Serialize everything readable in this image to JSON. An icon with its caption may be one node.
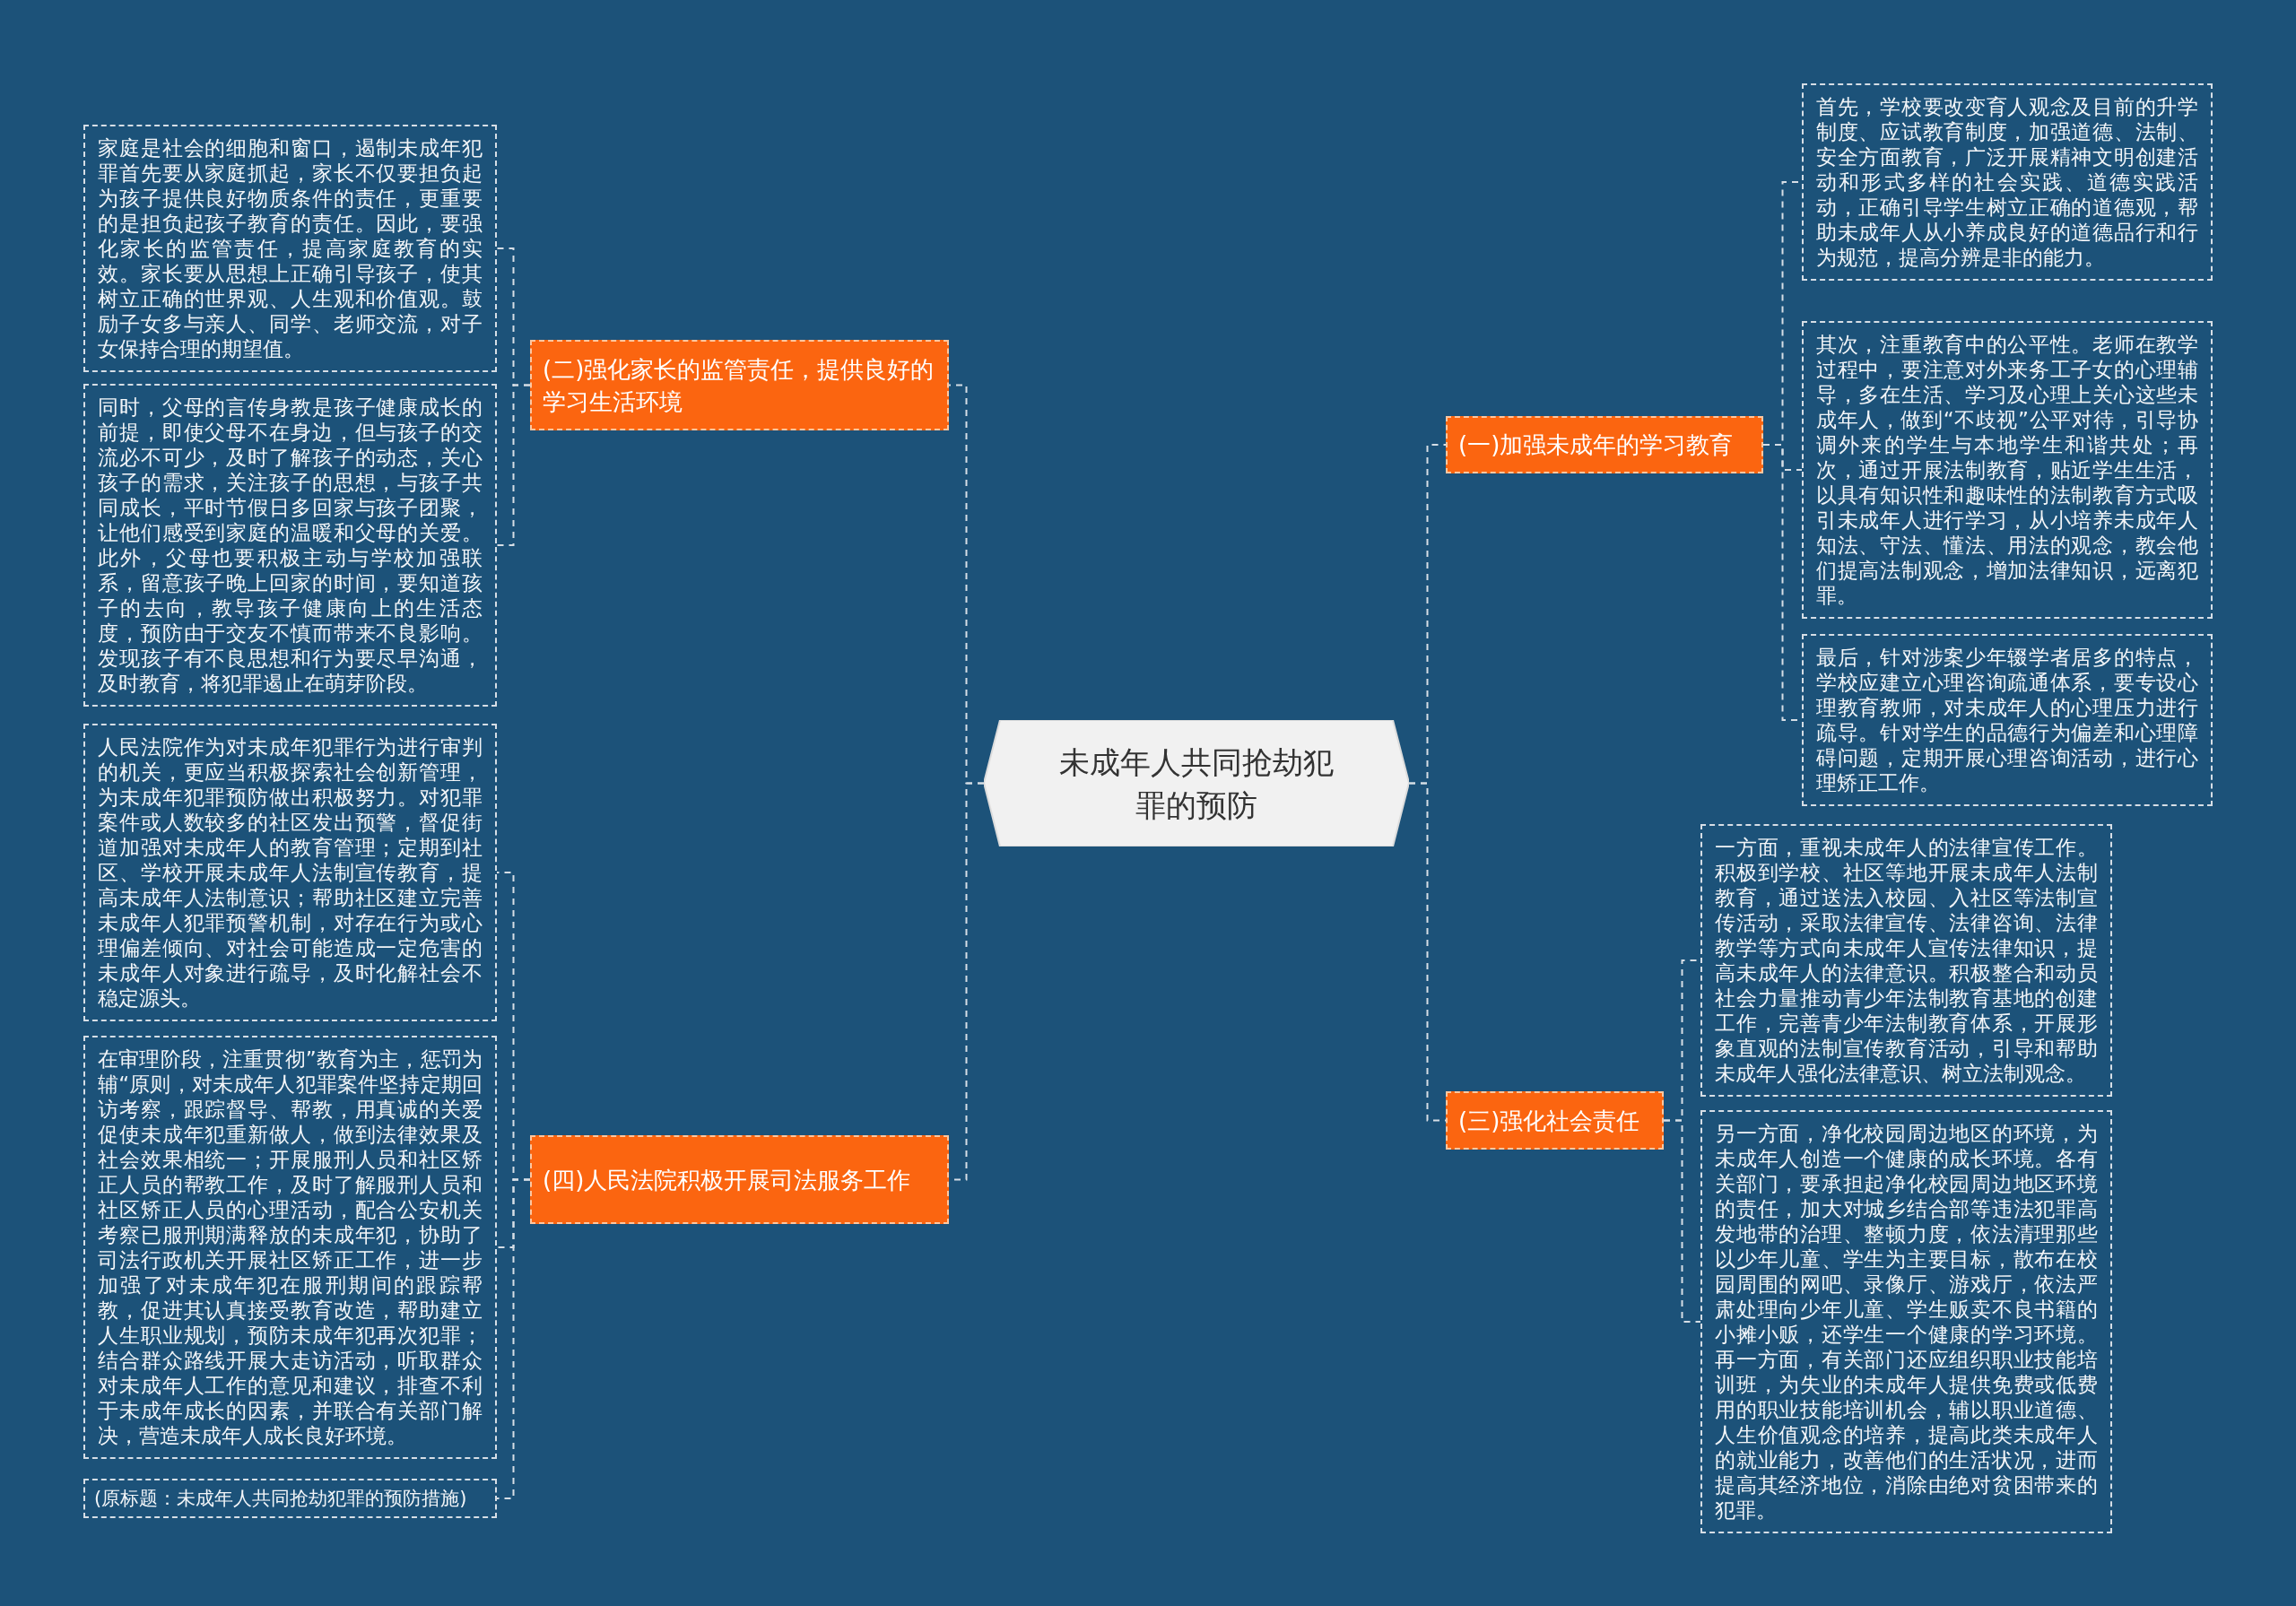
{
  "diagram": {
    "nodes": [
      {
        "text": [
          "未成年人共同抢劫犯罪的预防"
        ]
      },
      {
        "text": [
          "(二)强化家长的监管责任，提供良好的学习生活环境"
        ]
      },
      {
        "text": [
          "家庭是社会的细胞和窗口，遏制未成年犯罪首先要从家庭抓起，家长不仅要担负起为孩子提供良好物质条件的责任，更重要的是担负起孩子教育的责任。因此，要强化家长的监管责任，提高家庭教育的实效。家长要从思想上正确引导孩子，使其树立正确的世界观、人生观和价值观。鼓励子女多与亲人、同学、老师交流，对子女保持合理的期望值。"
        ]
      },
      {
        "text": [
          "同时，父母的言传身教是孩子健康成长的前提，即使父母不在身边，但与孩子的交流必不可少，及时了解孩子的动态，关心孩子的需求，关注孩子的思想，与孩子共同成长，平时节假日多回家与孩子团聚，让他们感受到家庭的温暖和父母的关爱。此外，父母也要积极主动与学校加强联系，留意孩子晚上回家的时间，要知道孩子的去向，教导孩子健康向上的生活态度，预防由于交友不慎而带来不良影响。发现孩子有不良思想和行为要尽早沟通，及时教育，将犯罪遏止在萌芽阶段。"
        ]
      },
      {
        "text": [
          "(四)人民法院积极开展司法服务工作"
        ]
      },
      {
        "text": [
          "人民法院作为对未成年犯罪行为进行审判的机关，更应当积极探索社会创新管理，为未成年犯罪预防做出积极努力。对犯罪案件或人数较多的社区发出预警，督促街道加强对未成年人的教育管理；定期到社区、学校开展未成年人法制宣传教育，提高未成年人法制意识；帮助社区建立完善未成年人犯罪预警机制，对存在行为或心理偏差倾向、对社会可能造成一定危害的未成年人对象进行疏导，及时化解社会不稳定源头。"
        ]
      },
      {
        "text": [
          "在审理阶段，注重贯彻”教育为主，惩罚为辅“原则，对未成年人犯罪案件坚持定期回访考察，跟踪督导、帮教，用真诚的关爱促使未成年犯重新做人，做到法律效果及社会效果相统一；开展服刑人员和社区矫正人员的帮教工作，及时了解服刑人员和社区矫正人员的心理活动，配合公安机关考察已服刑期满释放的未成年犯，协助了司法行政机关开展社区矫正工作，进一步加强了对未成年犯在服刑期间的跟踪帮教，促进其认真接受教育改造，帮助建立人生职业规划，预防未成年犯再次犯罪；结合群众路线开展大走访活动，听取群众对未成年人工作的意见和建议，排查不利于未成年成长的因素，并联合有关部门解决，营造未成年人成长良好环境。"
        ]
      },
      {
        "text": [
          "(原标题：未成年人共同抢劫犯罪的预防措施)"
        ]
      },
      {
        "text": [
          "(一)加强未成年的学习教育"
        ]
      },
      {
        "text": [
          "首先，学校要改变育人观念及目前的升学制度、应试教育制度，加强道德、法制、安全方面教育，广泛开展精神文明创建活动和形式多样的社会实践、道德实践活动，正确引导学生树立正确的道德观，帮助未成年人从小养成良好的道德品行和行为规范，提高分辨是非的能力。"
        ]
      },
      {
        "text": [
          "其次，注重教育中的公平性。老师在教学过程中，要注意对外来务工子女的心理辅导，多在生活、学习及心理上关心这些未成年人，做到“不歧视”公平对待，引导协调外来的学生与本地学生和谐共处；再次，通过开展法制教育，贴近学生生活，以具有知识性和趣味性的法制教育方式吸引未成年人进行学习，从小培养未成年人知法、守法、懂法、用法的观念，教会他们提高法制观念，增加法律知识，远离犯罪。"
        ]
      },
      {
        "text": [
          "最后，针对涉案少年辍学者居多的特点，学校应建立心理咨询疏通体系，要专设心理教育教师，对未成年人的心理压力进行疏导。针对学生的品德行为偏差和心理障碍问题，定期开展心理咨询活动，进行心理矫正工作。"
        ]
      },
      {
        "text": [
          "(三)强化社会责任"
        ]
      },
      {
        "text": [
          "一方面，重视未成年人的法律宣传工作。积极到学校、社区等地开展未成年人法制教育，通过送法入校园、入社区等法制宣传活动，采取法律宣传、法律咨询、法律教学等方式向未成年人宣传法律知识，提高未成年人的法律意识。积极整合和动员社会力量推动青少年法制教育基地的创建工作，完善青少年法制教育体系，开展形象直观的法制宣传教育活动，引导和帮助未成年人强化法律意识、树立法制观念。"
        ]
      },
      {
        "text": [
          "另一方面，净化校园周边地区的环境，为未成年人创造一个健康的成长环境。各有关部门，要承担起净化校园周边地区环境的责任，加大对城乡结合部等违法犯罪高发地带的治理、整顿力度，依法清理那些以少年儿童、学生为主要目标，散布在校园周围的网吧、录像厅、游戏厅，依法严肃处理向少年儿童、学生贩卖不良书籍的小摊小贩，还学生一个健康的学习环境。再一方面，有关部门还应组织职业技能培训班，为失业的未成年人提供免费或低费用的职业技能培训机会，辅以职业道德、人生价值观念的培养，提高此类未成年人的就业能力，改善他们的生活状况，进而提高其经济地位，消除由绝对贫困带来的犯罪。"
        ]
      }
    ],
    "edges": [
      {
        "from": 0,
        "to": 1,
        "arrow": "none"
      },
      {
        "from": 0,
        "to": 4,
        "arrow": "none"
      },
      {
        "from": 0,
        "to": 8,
        "arrow": "none"
      },
      {
        "from": 0,
        "to": 12,
        "arrow": "none"
      },
      {
        "from": 1,
        "to": 2,
        "arrow": "none"
      },
      {
        "from": 1,
        "to": 3,
        "arrow": "none"
      },
      {
        "from": 4,
        "to": 5,
        "arrow": "none"
      },
      {
        "from": 4,
        "to": 6,
        "arrow": "none"
      },
      {
        "from": 4,
        "to": 7,
        "arrow": "none"
      },
      {
        "from": 8,
        "to": 9,
        "arrow": "none"
      },
      {
        "from": 8,
        "to": 10,
        "arrow": "none"
      },
      {
        "from": 8,
        "to": 11,
        "arrow": "none"
      },
      {
        "from": 12,
        "to": 13,
        "arrow": "none"
      },
      {
        "from": 12,
        "to": 14,
        "arrow": "none"
      }
    ]
  }
}
